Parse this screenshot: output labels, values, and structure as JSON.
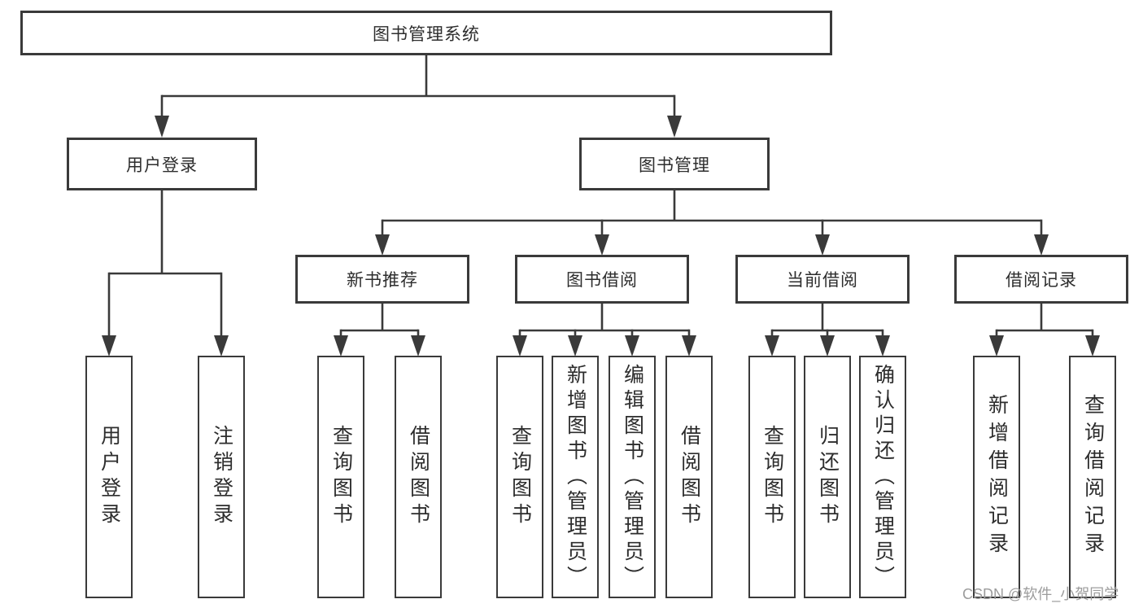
{
  "diagram_title": "图书管理系统",
  "colors": {
    "line": "#3a3a3a",
    "box_border": "#3a3a3a",
    "text": "#2d2d2d",
    "watermark": "#9c9c9c",
    "background": "#ffffff"
  },
  "nodes": {
    "root": {
      "label": "图书管理系统"
    },
    "user_login": {
      "label": "用户登录"
    },
    "book_mgmt": {
      "label": "图书管理"
    },
    "new_book_rec": {
      "label": "新书推荐"
    },
    "book_borrow": {
      "label": "图书借阅"
    },
    "current_borrow": {
      "label": "当前借阅"
    },
    "borrow_records": {
      "label": "借阅记录"
    },
    "leaf_user_login": {
      "label": "用户登录"
    },
    "leaf_logout": {
      "label": "注销登录"
    },
    "leaf_nbr_query_book": {
      "label": "查询图书"
    },
    "leaf_nbr_borrow_book": {
      "label": "借阅图书"
    },
    "leaf_bb_query_book": {
      "label": "查询图书"
    },
    "leaf_bb_add_book": {
      "label": "新增图书（管理员）"
    },
    "leaf_bb_edit_book": {
      "label": "编辑图书（管理员）"
    },
    "leaf_bb_borrow_book": {
      "label": "借阅图书"
    },
    "leaf_cb_query_book": {
      "label": "查询图书"
    },
    "leaf_cb_return_book": {
      "label": "归还图书"
    },
    "leaf_cb_confirm_return": {
      "label": "确认归还（管理员）"
    },
    "leaf_br_add_record": {
      "label": "新增借阅记录"
    },
    "leaf_br_query_record": {
      "label": "查询借阅记录"
    }
  },
  "watermark": {
    "text": "CSDN @软件_小贺同学"
  }
}
